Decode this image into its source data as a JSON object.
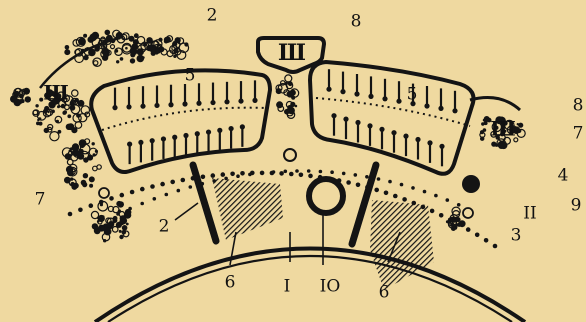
{
  "colors": {
    "background": "#efd9a0",
    "ink": "#141414"
  },
  "labels": {
    "top_left_2": "2",
    "top_8": "8",
    "block_left_5": "5",
    "block_right_5": "5",
    "right_8": "8",
    "right_7": "7",
    "right_4": "4",
    "right_9": "9",
    "right_II": "II",
    "right_3": "3",
    "left_7": "7",
    "bottom_left_2": "2",
    "bottom_6_left": "6",
    "bottom_I": "I",
    "bottom_IO": "IO",
    "bottom_6_right": "6"
  },
  "glyphs": {
    "shield_mark": "Ш"
  }
}
